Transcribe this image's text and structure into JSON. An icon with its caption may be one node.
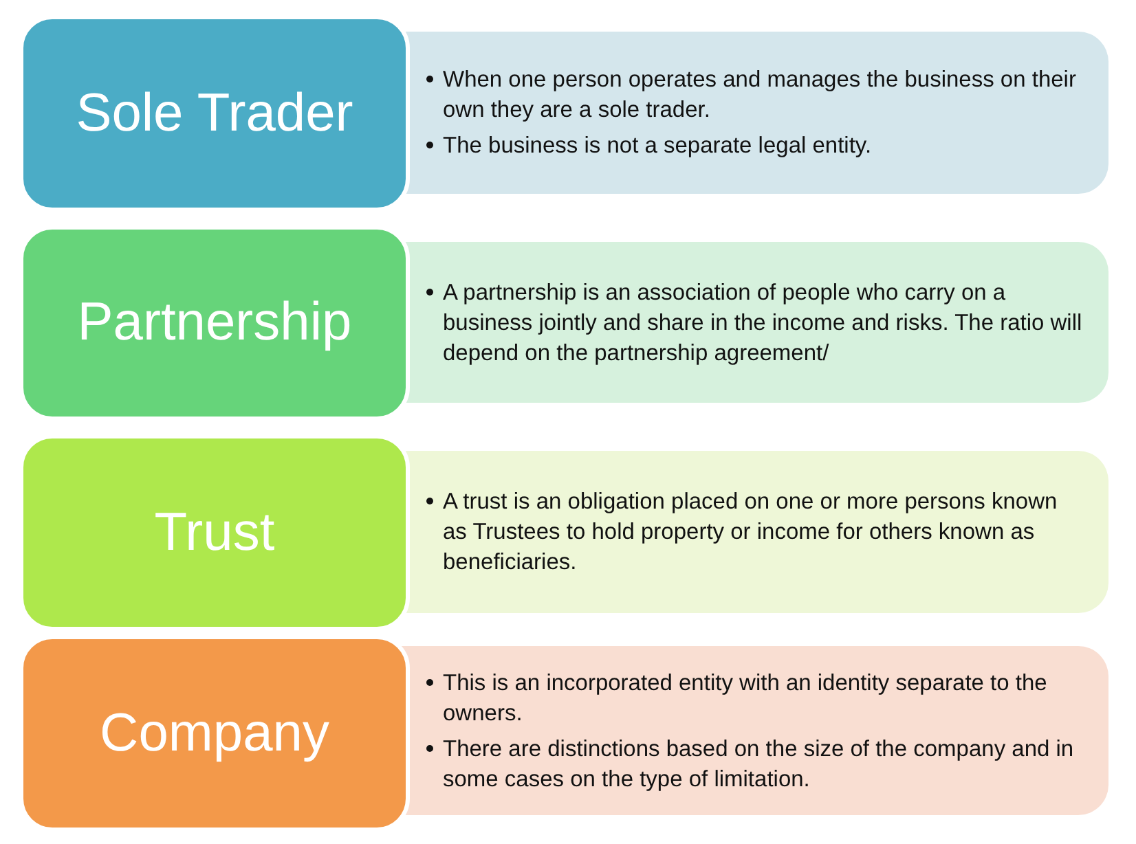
{
  "diagram": {
    "nodes": [
      {
        "text": [
          "Sole Trader"
        ]
      },
      {
        "text": [
          "When one person operates and manages the business on their own they are a sole trader.",
          "The business is not a separate legal entity."
        ]
      },
      {
        "text": [
          "Partnership"
        ]
      },
      {
        "text": [
          "A partnership is an association of people who carry on a business jointly and share in the income and risks. The ratio will depend on the partnership agreement/"
        ]
      },
      {
        "text": [
          "Trust"
        ]
      },
      {
        "text": [
          "A trust is an obligation placed on one or more persons known as Trustees to hold property or income for others known as beneficiaries."
        ]
      },
      {
        "text": [
          "Company"
        ]
      },
      {
        "text": [
          "This is an incorporated entity with an identity separate to the owners.",
          "There are distinctions based on the size of the company and in some cases on the type of limitation."
        ]
      }
    ],
    "edges": []
  }
}
